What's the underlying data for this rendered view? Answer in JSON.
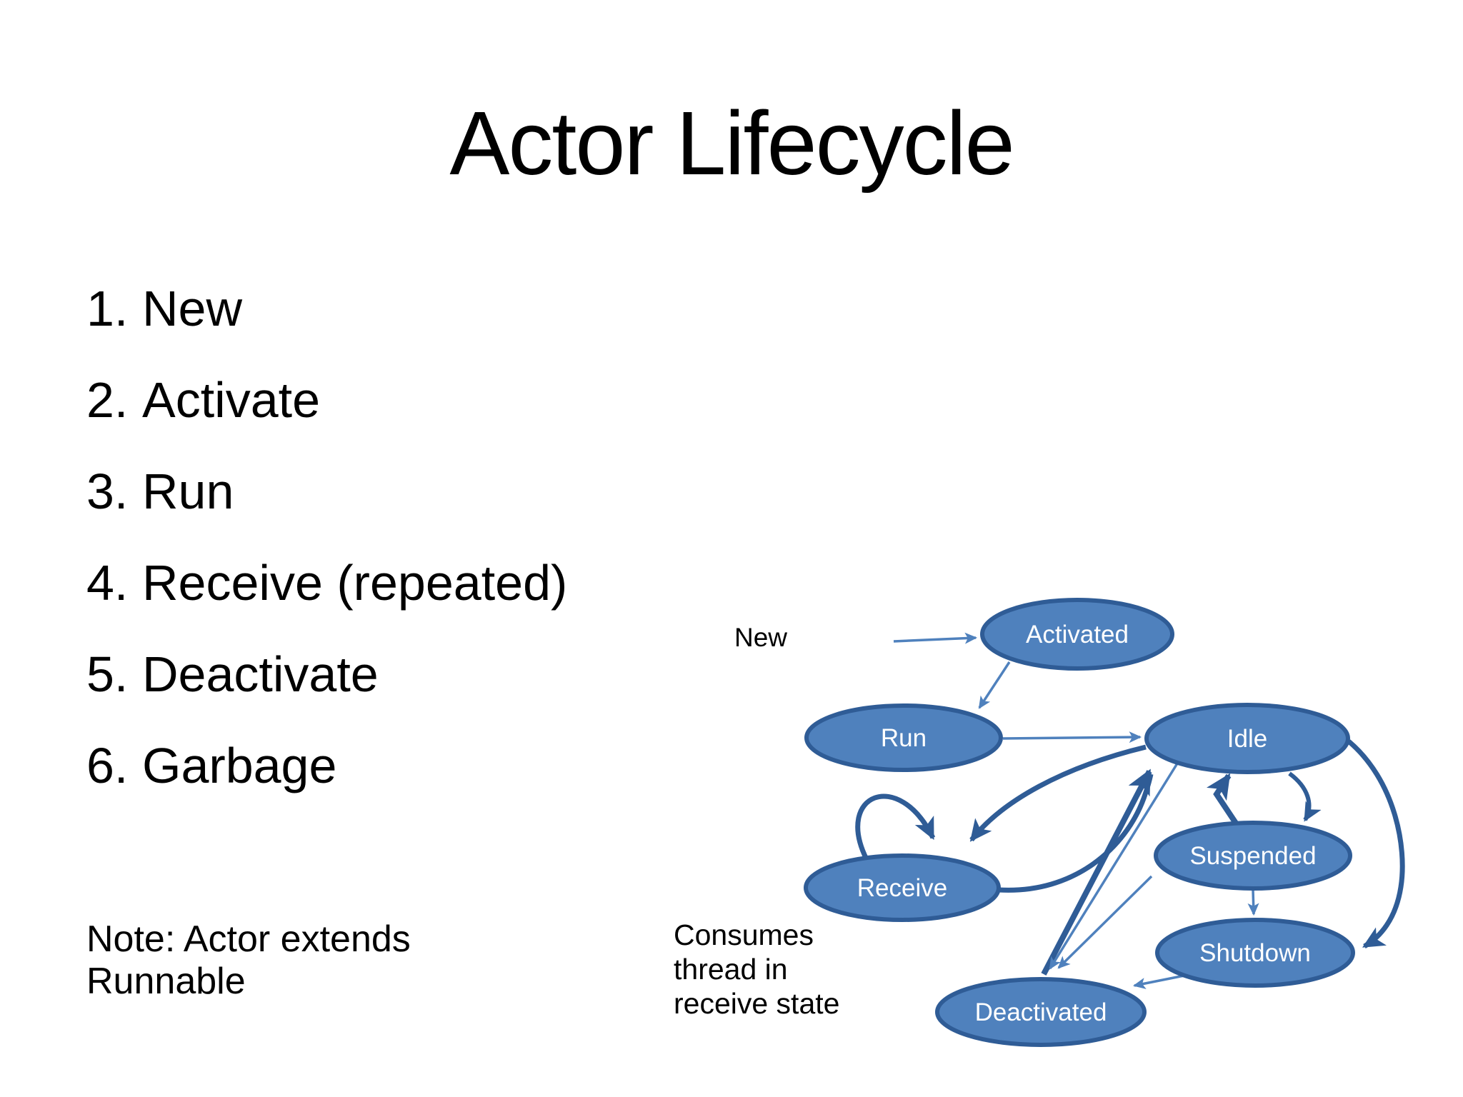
{
  "slide": {
    "title": "Actor Lifecycle"
  },
  "list": {
    "items": [
      {
        "number": "1.",
        "label": "New"
      },
      {
        "number": "2.",
        "label": "Activate"
      },
      {
        "number": "3.",
        "label": "Run"
      },
      {
        "number": "4.",
        "label": "Receive (repeated)"
      },
      {
        "number": "5.",
        "label": "Deactivate"
      },
      {
        "number": "6.",
        "label": "Garbage"
      }
    ]
  },
  "note": {
    "line1": "Note: Actor extends",
    "line2": "Runnable"
  },
  "diagram": {
    "annotations": {
      "new_label": "New",
      "consumes_line1": "Consumes",
      "consumes_line2": "thread in",
      "consumes_line3": "receive state"
    },
    "states": {
      "activated": "Activated",
      "run": "Run",
      "idle": "Idle",
      "receive": "Receive",
      "suspended": "Suspended",
      "shutdown": "Shutdown",
      "deactivated": "Deactivated"
    },
    "colors": {
      "state_fill": "#4f81bd",
      "state_border": "#2f5c96",
      "arrow_thin": "#4f81bd",
      "arrow_thick": "#2f5c96",
      "label_text": "#ffffff",
      "text": "#000000"
    }
  }
}
